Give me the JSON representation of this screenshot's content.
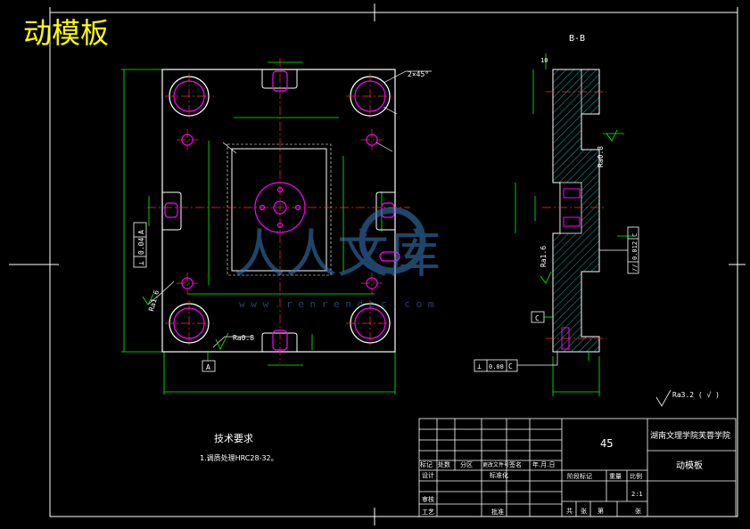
{
  "drawing_title": "动模板",
  "section_label": "B-B",
  "chamfer_note": "2×45°",
  "watermark": {
    "brand": "人人文库",
    "url": "w w w . r e n r e n d o c . c o m"
  },
  "tolerances": {
    "parallel_a": {
      "symbol": "⊥",
      "value": "0.04",
      "datum": "A"
    },
    "parallel_c": {
      "symbol": "//",
      "value": "0.012",
      "datum": "C"
    },
    "perp_c": {
      "symbol": "⊥",
      "value": "0.08",
      "datum": "C"
    }
  },
  "datums": {
    "a": "A",
    "c": "C"
  },
  "roughness": {
    "ra16": "Ra1.6",
    "ra08": "Ra0.8",
    "general": "Ra3.2 ( √ )"
  },
  "tech_requirements": {
    "heading": "技术要求",
    "items": [
      "1.调质处理HRC28-32。"
    ]
  },
  "title_block": {
    "school": "湖南文理学院芙蓉学院",
    "part_name": "动模板",
    "material": "45",
    "scale": "2:1",
    "headers_row": [
      "标记",
      "处数",
      "分区",
      "更改文件号",
      "签名",
      "年.月.日"
    ],
    "design": "设计",
    "standardize": "标准化",
    "review": "审核",
    "process": "工艺",
    "approve": "批准",
    "stage_mark": "阶段标记",
    "weight": "重量",
    "ratio": "比例",
    "sheets_row": [
      "共",
      "张",
      "第",
      "张"
    ]
  }
}
